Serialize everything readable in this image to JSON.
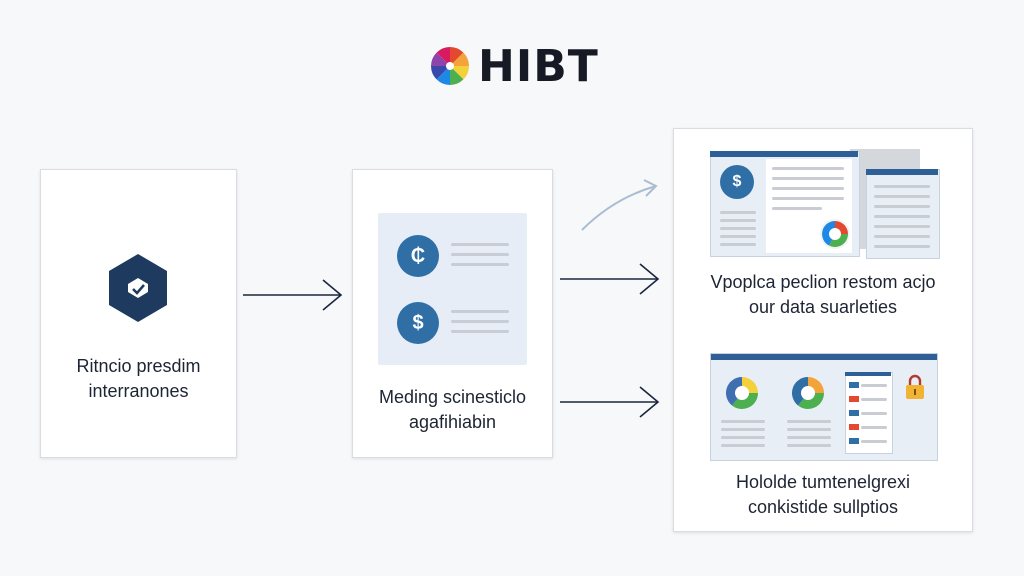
{
  "header": {
    "logo_text": "HIBT"
  },
  "steps": [
    {
      "line1": "Ritncio presdim",
      "line2": "interranones",
      "icon": "shield-check-icon"
    },
    {
      "line1": "Meding scinesticlo",
      "line2": "agafihiabin",
      "icon_top": "₵",
      "icon_bottom": "$"
    },
    {
      "line1": "Vpoplca peclion restom acjo",
      "line2": "our data suarleties",
      "icon": "$"
    },
    {
      "line1": "Hololde tumtenelgrexi",
      "line2": "conkistide sullptios"
    }
  ],
  "colors": {
    "accent": "#2f6fa6",
    "dark_navy": "#1e3a5f",
    "arrow": "#1b2640",
    "panel_bar": "#2e5f96"
  }
}
